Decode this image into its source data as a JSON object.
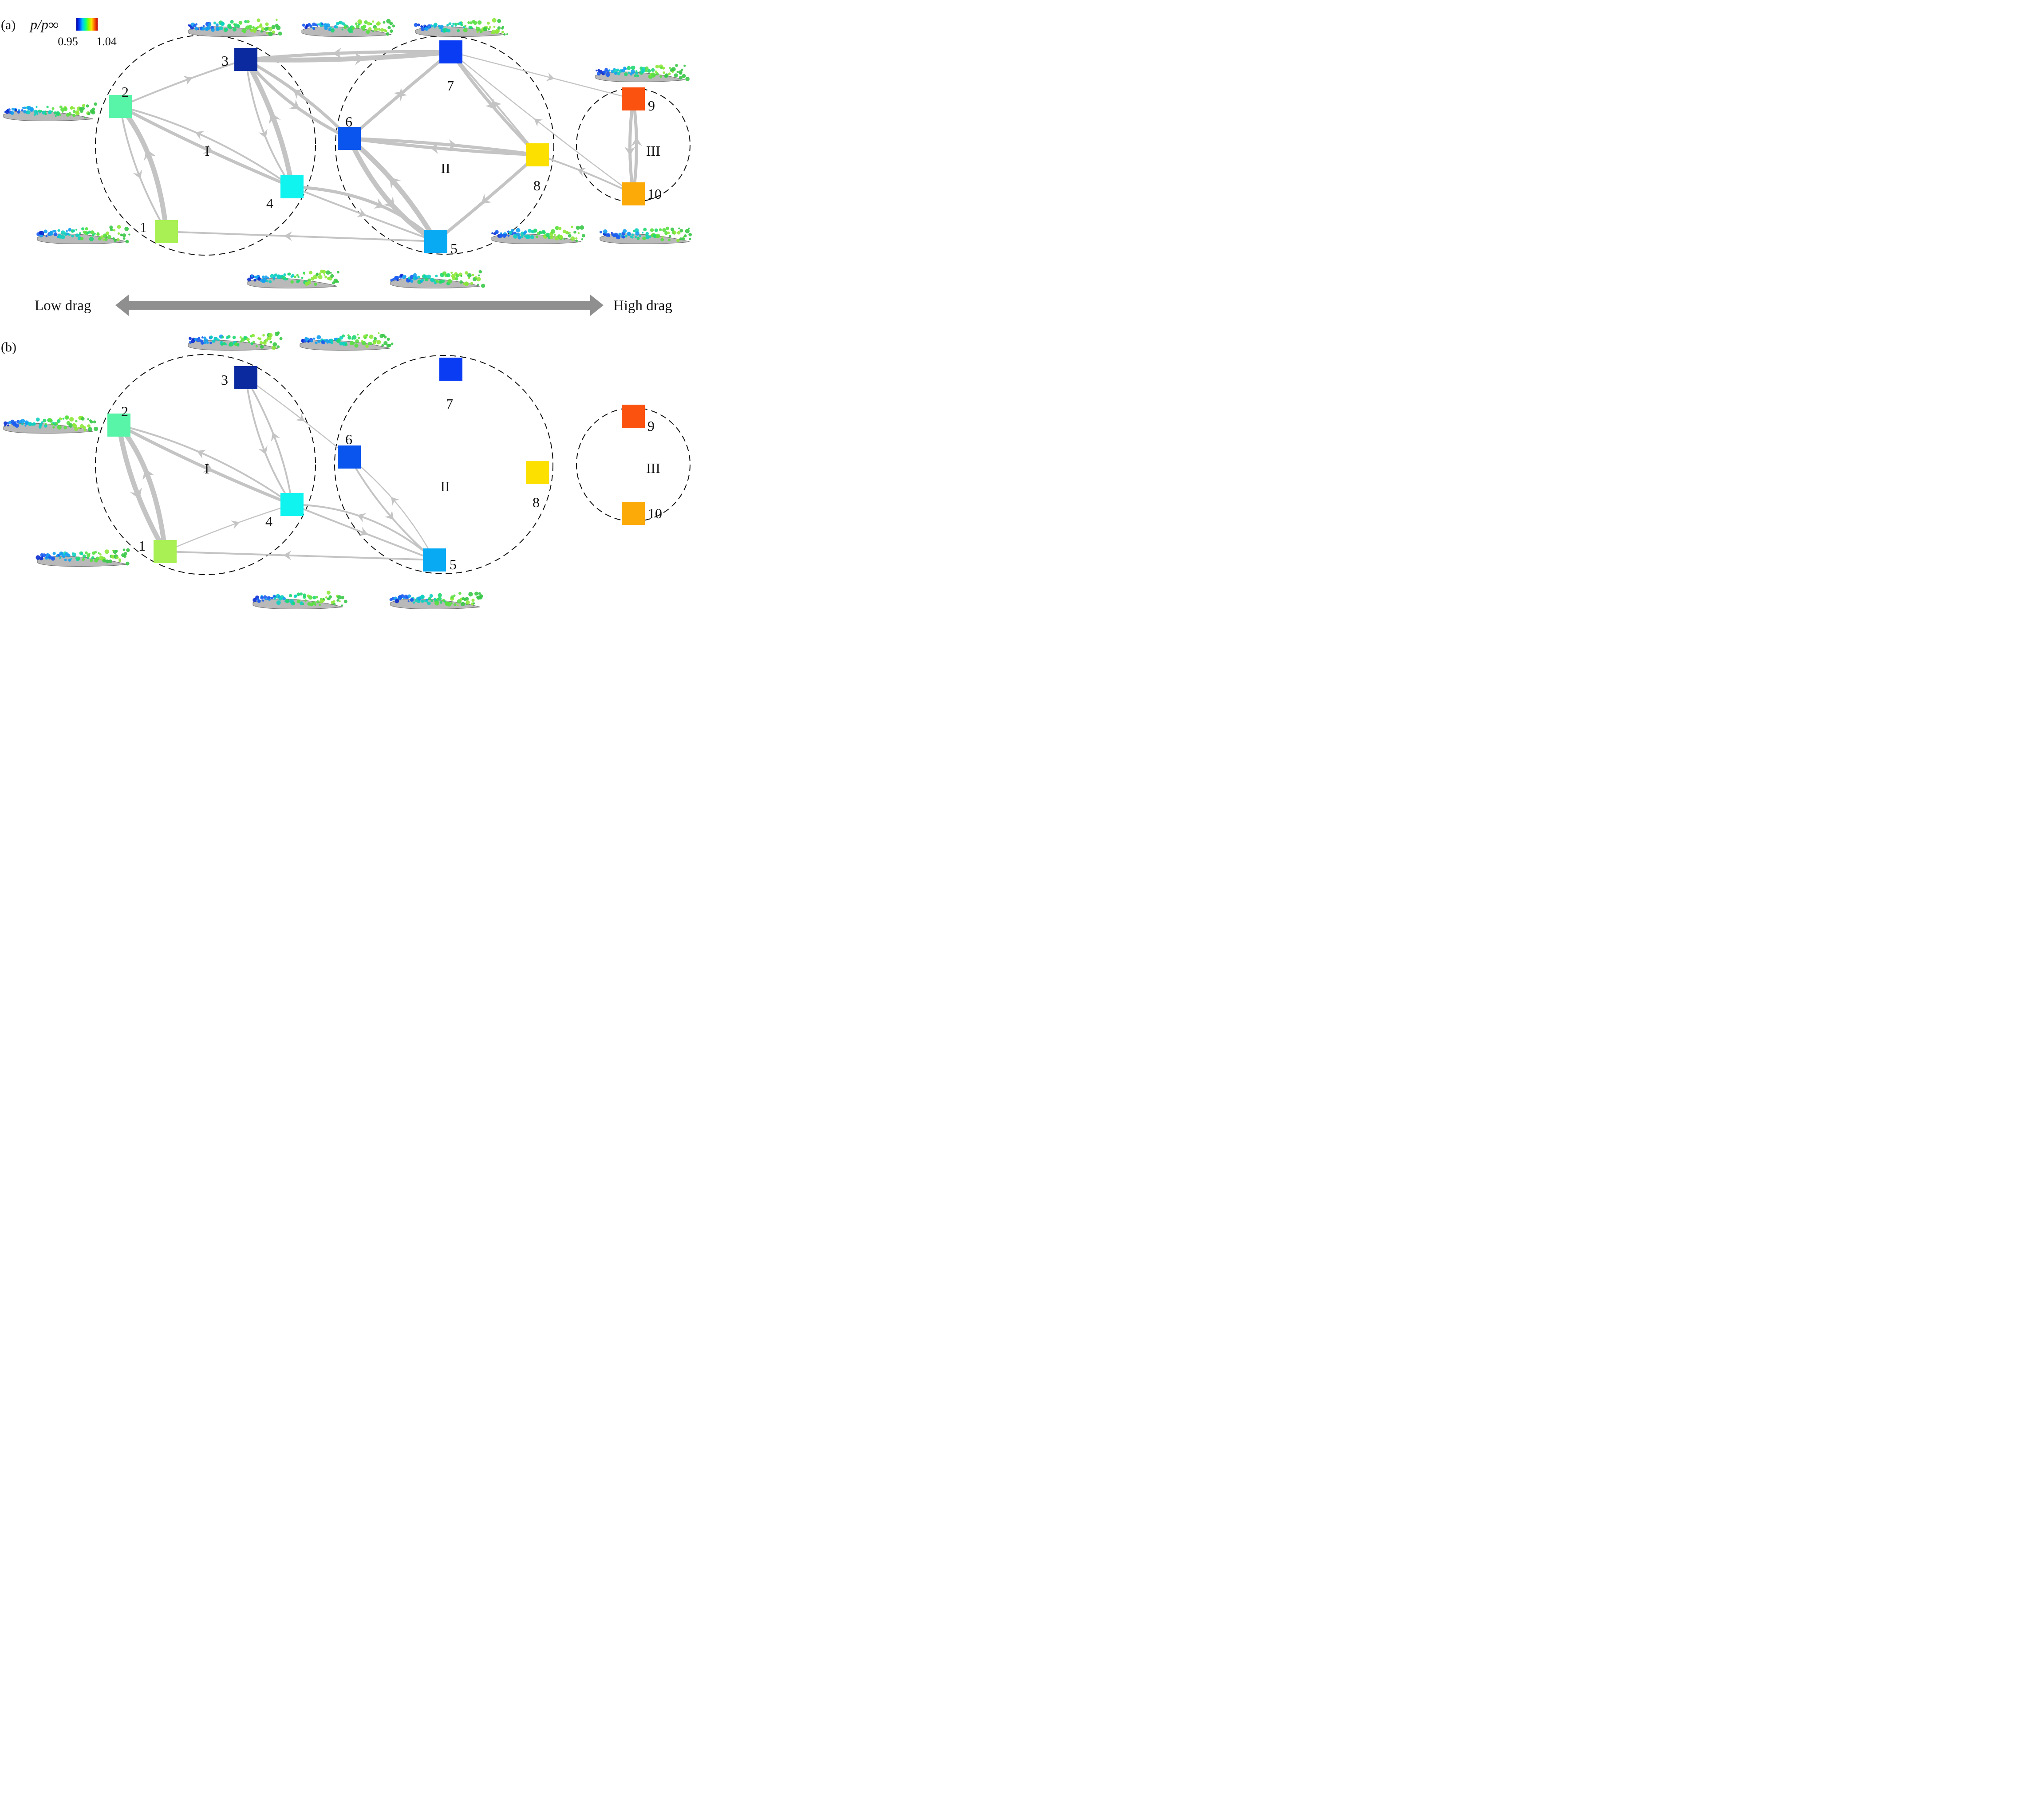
{
  "panels": [
    {
      "id": "a",
      "label": "(a)",
      "regions": [
        {
          "label": "I"
        },
        {
          "label": "II"
        },
        {
          "label": "III"
        }
      ],
      "nodes": [
        {
          "id": 1,
          "label": "1",
          "color": "#a8f054"
        },
        {
          "id": 2,
          "label": "2",
          "color": "#58f4a8"
        },
        {
          "id": 3,
          "label": "3",
          "color": "#0b2aa0"
        },
        {
          "id": 4,
          "label": "4",
          "color": "#10f4f0"
        },
        {
          "id": 5,
          "label": "5",
          "color": "#08aaf4"
        },
        {
          "id": 6,
          "label": "6",
          "color": "#0a55ee"
        },
        {
          "id": 7,
          "label": "7",
          "color": "#0a3cf4"
        },
        {
          "id": 8,
          "label": "8",
          "color": "#fce000"
        },
        {
          "id": 9,
          "label": "9",
          "color": "#fc5210"
        },
        {
          "id": 10,
          "label": "10",
          "color": "#fcaa08"
        }
      ],
      "transitions": [
        {
          "from": 1,
          "to": 2,
          "weight": "strong"
        },
        {
          "from": 2,
          "to": 1,
          "weight": "weak"
        },
        {
          "from": 2,
          "to": 3,
          "weight": "weak"
        },
        {
          "from": 2,
          "to": 4,
          "weight": "medium"
        },
        {
          "from": 4,
          "to": 2,
          "weight": "weak"
        },
        {
          "from": 3,
          "to": 4,
          "weight": "weak"
        },
        {
          "from": 4,
          "to": 3,
          "weight": "strong"
        },
        {
          "from": 3,
          "to": 6,
          "weight": "medium"
        },
        {
          "from": 6,
          "to": 3,
          "weight": "medium"
        },
        {
          "from": 3,
          "to": 7,
          "weight": "strong"
        },
        {
          "from": 7,
          "to": 3,
          "weight": "medium"
        },
        {
          "from": 4,
          "to": 5,
          "weight": "weak"
        },
        {
          "from": 4,
          "to": 5,
          "weight": "medium"
        },
        {
          "from": 5,
          "to": 1,
          "weight": "weak"
        },
        {
          "from": 6,
          "to": 5,
          "weight": "strong"
        },
        {
          "from": 5,
          "to": 6,
          "weight": "strong"
        },
        {
          "from": 6,
          "to": 7,
          "weight": "medium"
        },
        {
          "from": 7,
          "to": 6,
          "weight": "weak"
        },
        {
          "from": 6,
          "to": 8,
          "weight": "medium"
        },
        {
          "from": 8,
          "to": 6,
          "weight": "medium"
        },
        {
          "from": 7,
          "to": 8,
          "weight": "medium"
        },
        {
          "from": 8,
          "to": 7,
          "weight": "weak"
        },
        {
          "from": 8,
          "to": 5,
          "weight": "medium"
        },
        {
          "from": 7,
          "to": 9,
          "weight": "thin"
        },
        {
          "from": 10,
          "to": 7,
          "weight": "thin"
        },
        {
          "from": 10,
          "to": 8,
          "weight": "weak"
        },
        {
          "from": 9,
          "to": 10,
          "weight": "medium"
        },
        {
          "from": 10,
          "to": 9,
          "weight": "medium"
        }
      ]
    },
    {
      "id": "b",
      "label": "(b)",
      "regions": [
        {
          "label": "I"
        },
        {
          "label": "II"
        },
        {
          "label": "III"
        }
      ],
      "nodes": [
        {
          "id": 1,
          "label": "1",
          "color": "#a8f054"
        },
        {
          "id": 2,
          "label": "2",
          "color": "#58f4a8"
        },
        {
          "id": 3,
          "label": "3",
          "color": "#0b2aa0"
        },
        {
          "id": 4,
          "label": "4",
          "color": "#10f4f0"
        },
        {
          "id": 5,
          "label": "5",
          "color": "#08aaf4"
        },
        {
          "id": 6,
          "label": "6",
          "color": "#0a55ee"
        },
        {
          "id": 7,
          "label": "7",
          "color": "#0a3cf4"
        },
        {
          "id": 8,
          "label": "8",
          "color": "#fce000"
        },
        {
          "id": 9,
          "label": "9",
          "color": "#fc5210"
        },
        {
          "id": 10,
          "label": "10",
          "color": "#fcaa08"
        }
      ],
      "transitions": [
        {
          "from": 1,
          "to": 2,
          "weight": "strong"
        },
        {
          "from": 2,
          "to": 1,
          "weight": "strong"
        },
        {
          "from": 2,
          "to": 4,
          "weight": "medium"
        },
        {
          "from": 4,
          "to": 2,
          "weight": "weak"
        },
        {
          "from": 3,
          "to": 4,
          "weight": "weak"
        },
        {
          "from": 4,
          "to": 3,
          "weight": "weak"
        },
        {
          "from": 3,
          "to": 6,
          "weight": "thin"
        },
        {
          "from": 4,
          "to": 5,
          "weight": "weak"
        },
        {
          "from": 5,
          "to": 4,
          "weight": "weak"
        },
        {
          "from": 1,
          "to": 4,
          "weight": "thin"
        },
        {
          "from": 5,
          "to": 1,
          "weight": "weak"
        },
        {
          "from": 6,
          "to": 5,
          "weight": "weak"
        },
        {
          "from": 5,
          "to": 6,
          "weight": "thin"
        }
      ]
    }
  ],
  "colorbar": {
    "label": "p/p∞",
    "min_label": "0.95",
    "max_label": "1.04",
    "colors": [
      "#0000a0",
      "#0040ff",
      "#00c0ff",
      "#00ff90",
      "#80ff00",
      "#ffe000",
      "#ff6000",
      "#c00000"
    ]
  },
  "drag_axis": {
    "low_label": "Low drag",
    "high_label": "High drag",
    "color": "#8f8f8f"
  },
  "style": {
    "edge_color": "#c4c4c4",
    "circle_color": "#111111"
  }
}
